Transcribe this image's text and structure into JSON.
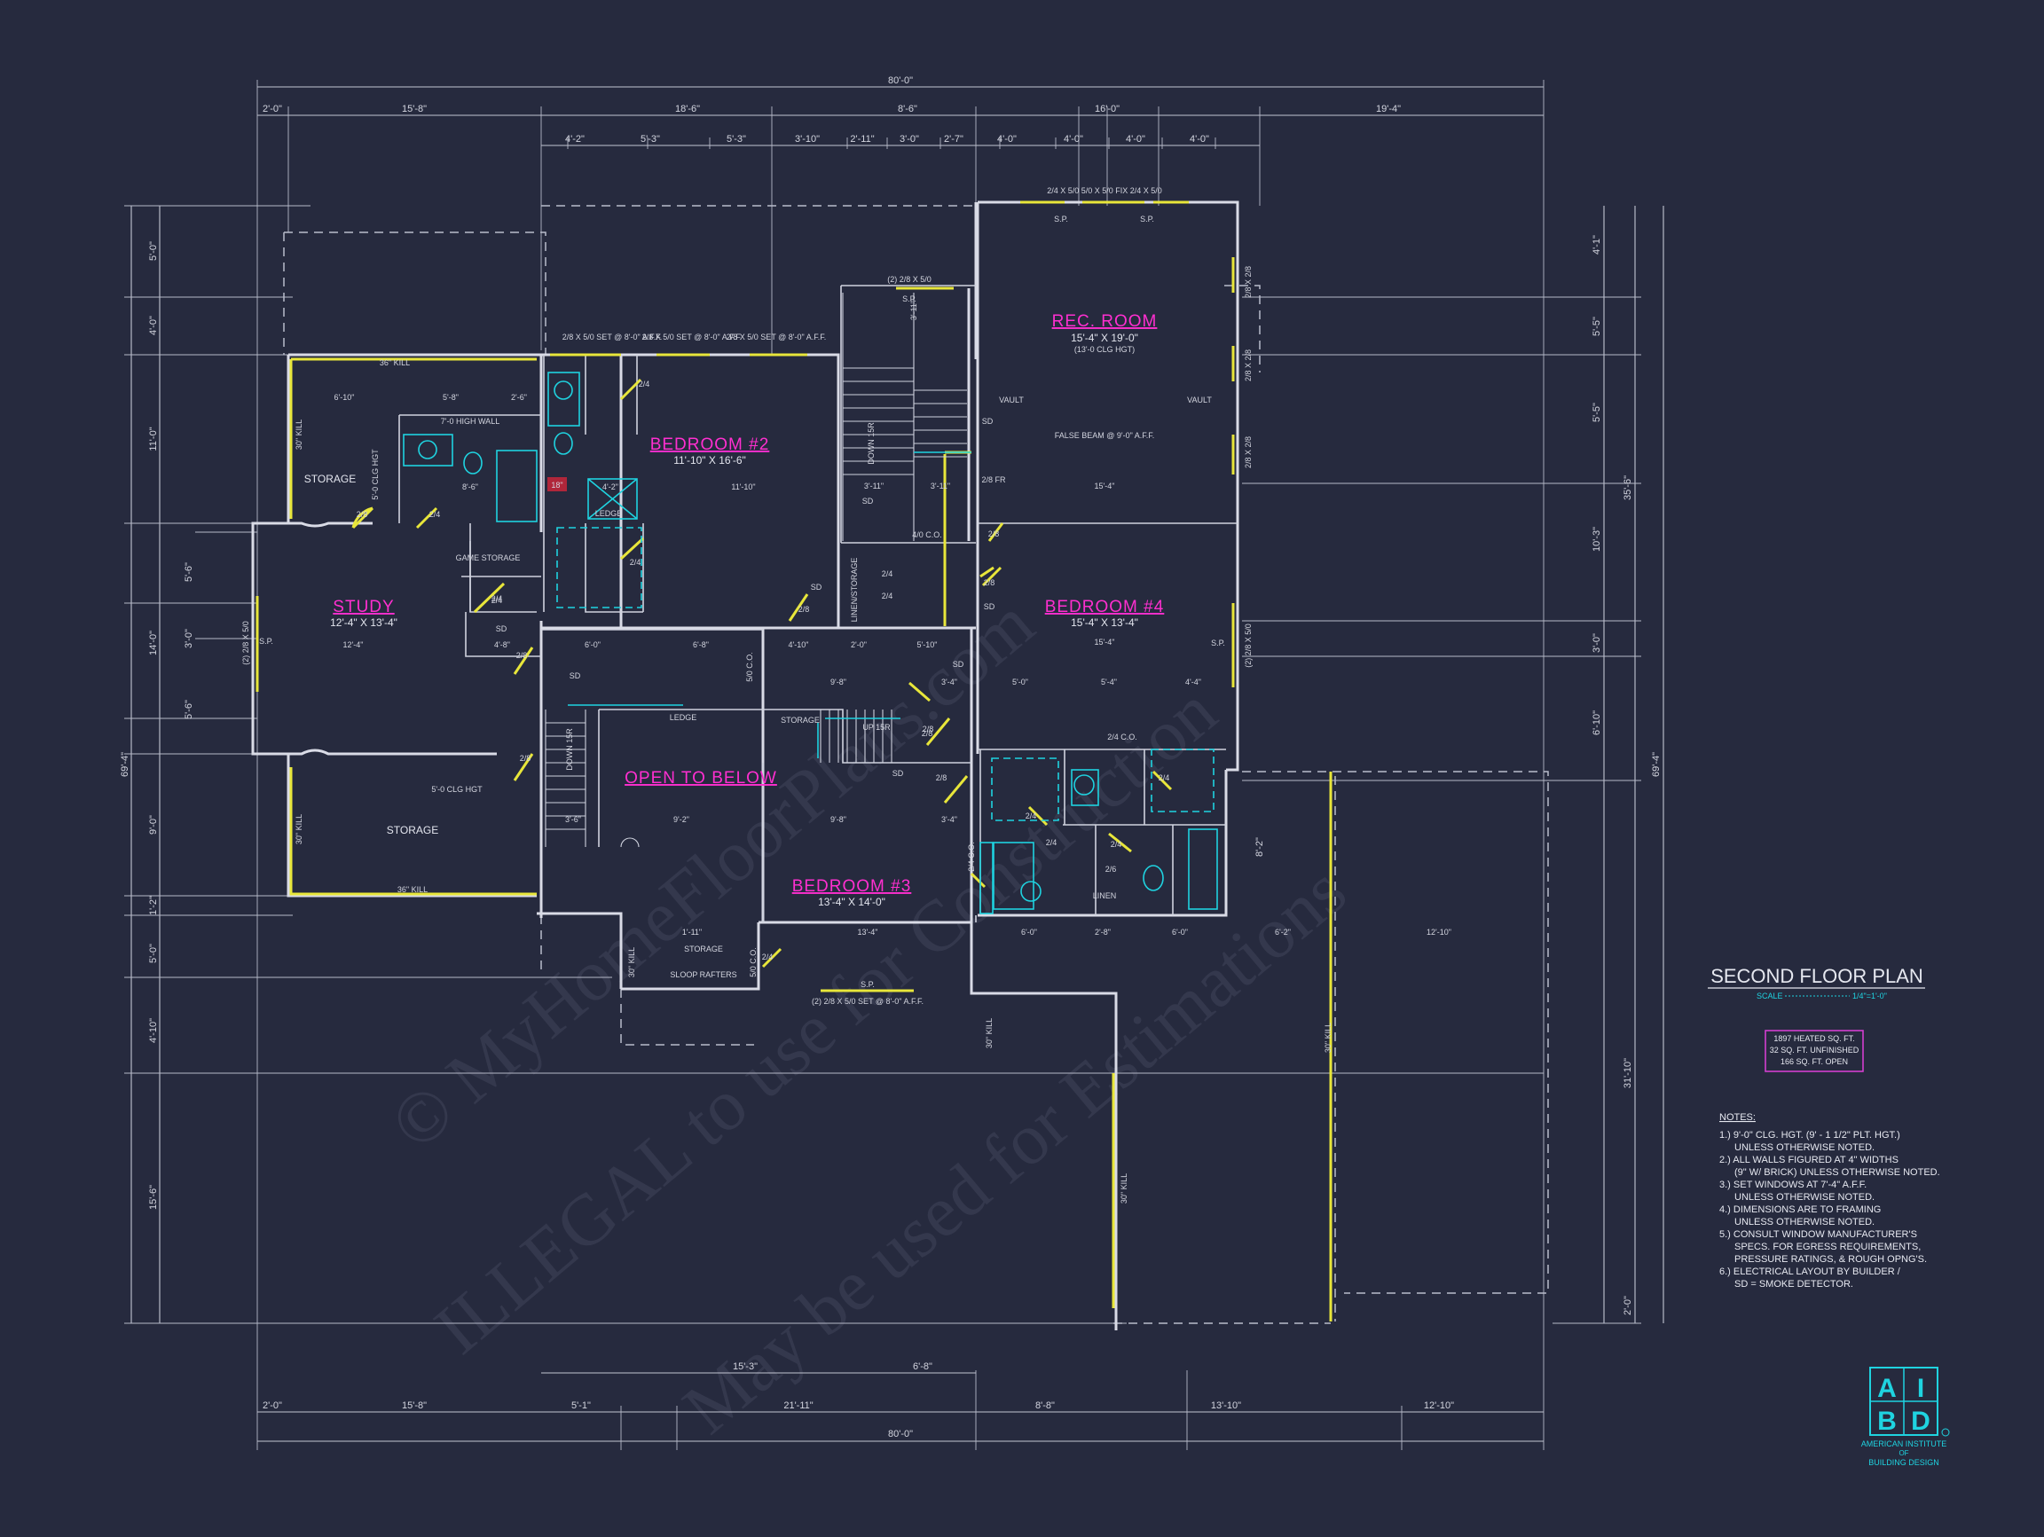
{
  "plan": {
    "title": "SECOND FLOOR PLAN",
    "scale_label": "SCALE",
    "scale_value": "1/4\"=1'-0\"",
    "area": [
      "1897 HEATED SQ. FT.",
      "32 SQ. FT. UNFINISHED",
      "166 SQ. FT. OPEN"
    ]
  },
  "notes": {
    "heading": "NOTES:",
    "lines": [
      "1.) 9'-0\" CLG. HGT. (9' - 1 1/2\" PLT. HGT.)",
      "UNLESS OTHERWISE NOTED.",
      "2.) ALL WALLS FIGURED AT 4\" WIDTHS",
      "(9\" W/ BRICK) UNLESS OTHERWISE NOTED.",
      "3.) SET WINDOWS AT 7'-4\" A.F.F.",
      "UNLESS OTHERWISE NOTED.",
      "4.) DIMENSIONS ARE TO FRAMING",
      "UNLESS OTHERWISE NOTED.",
      "5.) CONSULT WINDOW MANUFACTURER'S",
      "SPECS. FOR EGRESS REQUIREMENTS,",
      "PRESSURE RATINGS, & ROUGH OPNG'S.",
      "6.) ELECTRICAL LAYOUT BY BUILDER /",
      "SD = SMOKE DETECTOR."
    ]
  },
  "rooms": {
    "bedroom2": {
      "name": "BEDROOM #2",
      "size": "11'-10\" X 16'-6\""
    },
    "rec": {
      "name": "REC. ROOM",
      "size": "15'-4\" X 19'-0\"",
      "clg": "(13'-0 CLG HGT)"
    },
    "study": {
      "name": "STUDY",
      "size": "12'-4\" X 13'-4\""
    },
    "bedroom4": {
      "name": "BEDROOM #4",
      "size": "15'-4\" X 13'-4\""
    },
    "open": {
      "name": "OPEN TO BELOW"
    },
    "bedroom3": {
      "name": "BEDROOM #3",
      "size": "13'-4\" X 14'-0\""
    }
  },
  "labels": {
    "storage": "STORAGE",
    "game_storage": "GAME STORAGE",
    "ledge": "LEDGE",
    "linen": "LINEN",
    "linen_storage": "LINEN/STORAGE",
    "sd": "SD",
    "clg_36": "36\" KILL",
    "clg_5": "5'-0 CLG HGT",
    "wall_high": "7'-0 HIGH WALL",
    "false_beam": "FALSE BEAM @ 9'-0\" A.F.F.",
    "vault": "VAULT",
    "up": "UP 15R",
    "stair_dn": "DOWN 15R",
    "sloop": "SLOOP RAFTERS",
    "win_top_rec": "2/4 X 5/0    5/0 X 5/0 FIX    2/4 X 5/0",
    "win_bed2": [
      "2/8 X 5/0 SET @ 8'-0\" A.F.F.",
      "2/8 X 5/0 SET @ 8'-0\" A.F.F.",
      "2/8 X 5/0 SET @ 8'-0\" A.F.F."
    ],
    "win_bed3": "(2) 2/8 X 5/0 SET @ 8'-0\" A.F.F.",
    "win_stair": "(2) 2/8 X 5/0",
    "win_rec_side": "2/8 X 2/8",
    "win_study": "(2) 2/8 X 5/0",
    "win_bed4": "(2) 2/8 X 5/0",
    "sp": "S.P.",
    "co": "2/4 C.O.",
    "co46": "4/0 C.O.",
    "co56": "5/0 C.O.",
    "door_24": "2/4",
    "door_26": "2/6",
    "door_28": "2/8",
    "door_28fr": "2/8 FR",
    "kill_30": "30\" KILL",
    "dim_18": "18\""
  },
  "dims": {
    "overall_top": "80'-0\"",
    "overall_bottom": "80'-0\"",
    "overall_left": "69'-4\"",
    "overall_right": "69'-4\"",
    "row1": [
      "2'-0\"",
      "15'-8\"",
      "18'-6\"",
      "8'-6\"",
      "16'-0\"",
      "19'-4\""
    ],
    "row2": [
      "4'-2\"",
      "5'-3\"",
      "5'-3\"",
      "3'-10\"",
      "2'-11\"",
      "3'-0\"",
      "2'-7\"",
      "4'-0\"",
      "4'-0\"",
      "4'-0\"",
      "4'-0\""
    ],
    "bottom1": [
      "15'-3\"",
      "6'-8\""
    ],
    "bottom2": [
      "2'-0\"",
      "15'-8\"",
      "5'-1\"",
      "21'-11\"",
      "8'-8\"",
      "13'-10\"",
      "12'-10\""
    ],
    "left": [
      "5'-0\"",
      "4'-0\"",
      "11'-0\"",
      "5'-6\"",
      "3'-0\"",
      "14'-0\"",
      "5'-6\"",
      "9'-0\"",
      "1'-2\"",
      "5'-0\"",
      "4'-10\"",
      "15'-6\""
    ],
    "right1": [
      "4'-1\"",
      "5'-5\"",
      "5'-5\"",
      "10'-3\"",
      "3'-0\"",
      "6'-10\""
    ],
    "right2": [
      "35'-6\"",
      "31'-10\""
    ],
    "right3": [
      "8'-2\"",
      "2'-0\""
    ],
    "inner": [
      "6'-10\"",
      "5'-8\"",
      "2'-6\"",
      "8'-6\"",
      "4'-2\"",
      "11'-10\"",
      "12'-4\"",
      "4'-8\"",
      "6'-0\"",
      "6'-8\"",
      "4'-10\"",
      "2'-0\"",
      "5'-10\"",
      "9'-8\"",
      "3'-4\"",
      "5'-0\"",
      "5'-4\"",
      "4'-4\"",
      "15'-4\"",
      "15'-4\"",
      "9'-2\"",
      "9'-8\"",
      "3'-4\"",
      "13'-4\"",
      "6'-0\"",
      "2'-8\"",
      "6'-0\"",
      "6'-2\"",
      "12'-10\"",
      "3'-6\"",
      "1'-11\"",
      "3'-11\"",
      "3'-11\""
    ]
  },
  "logo": {
    "a": "A",
    "i": "I",
    "b": "B",
    "d": "D",
    "lines": [
      "AMERICAN INSTITUTE",
      "OF",
      "BUILDING DESIGN"
    ]
  },
  "watermark": [
    "© MyHomeFloorPlans.com",
    "ILLEGAL to use for Construction",
    "May be used for Estimations"
  ],
  "colors": {
    "background": "#262a3e",
    "room_label": "#ff2fd0",
    "window": "#e8e63a",
    "fixture": "#1fd3e0"
  }
}
